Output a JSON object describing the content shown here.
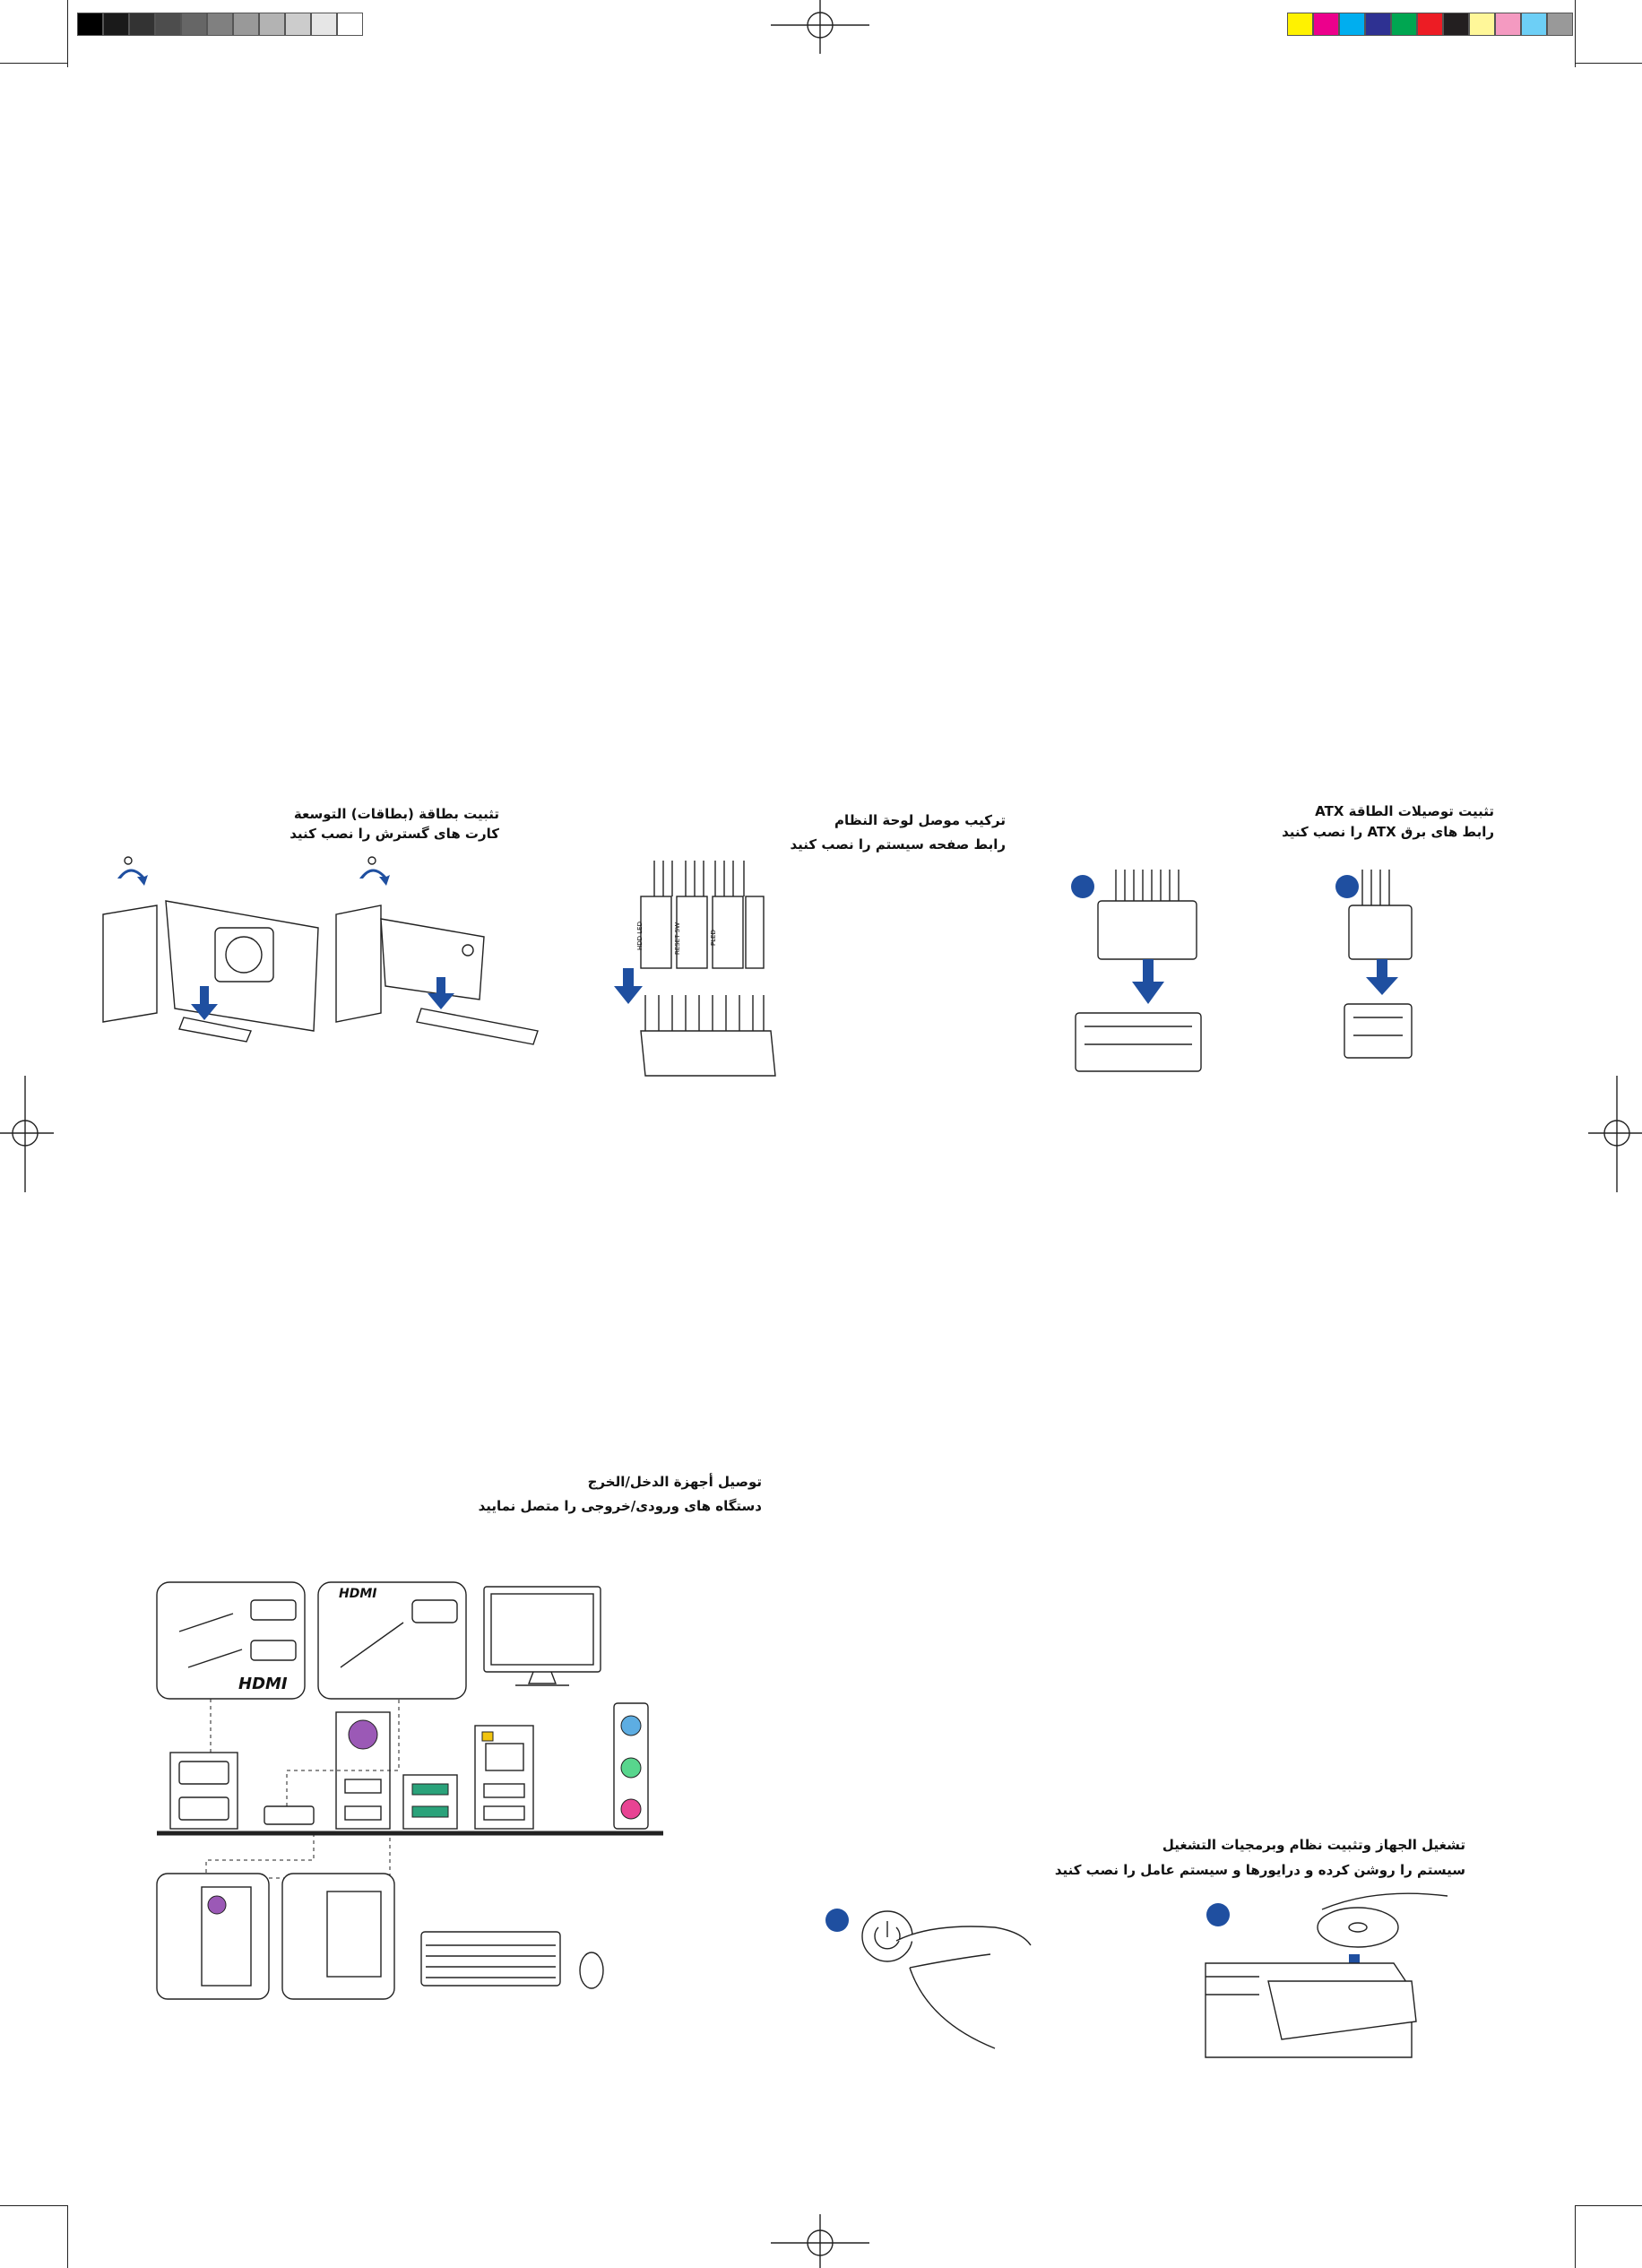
{
  "color_bars": {
    "grayscale": [
      "#000000",
      "#1a1a1a",
      "#333333",
      "#4d4d4d",
      "#666666",
      "#808080",
      "#999999",
      "#b3b3b3",
      "#cccccc",
      "#e6e6e6",
      "#ffffff"
    ],
    "process": [
      "#fff200",
      "#ec008c",
      "#00aeef",
      "#2e3192",
      "#00a651",
      "#ed1c24",
      "#231f20",
      "#fff799",
      "#f49ac1",
      "#6dcff6",
      "#999999"
    ]
  },
  "sections": {
    "expansion_card": {
      "title": "تثبيت بطاقة (بطاقات) التوسعة",
      "subtitle": "کارت های گسترش را نصب کنید"
    },
    "system_panel": {
      "title": "تركيب موصل لوحة النظام",
      "subtitle": "رابط صفحه سیستم را نصب کنید",
      "pin_labels": [
        "HDD LED",
        "RESET SW",
        "PLED"
      ]
    },
    "atx_power": {
      "title": "تثبيت توصيلات الطاقة ATX",
      "subtitle": "رابط های برق ATX را نصب کنید"
    },
    "io_devices": {
      "title": "توصيل أجهزة الدخل/الخرج",
      "subtitle": "دستگاه های ورودی/خروجی را متصل نمایید",
      "hdmi_logo": "HDMI"
    },
    "os_install": {
      "title": "تشغيل الجهاز وتثبيت نظام وبرمجيات التشغيل",
      "subtitle": "سیستم را روشن کرده و درایورها و سیستم عامل را نصب کنید"
    }
  },
  "accent_color": "#1f4fa0"
}
